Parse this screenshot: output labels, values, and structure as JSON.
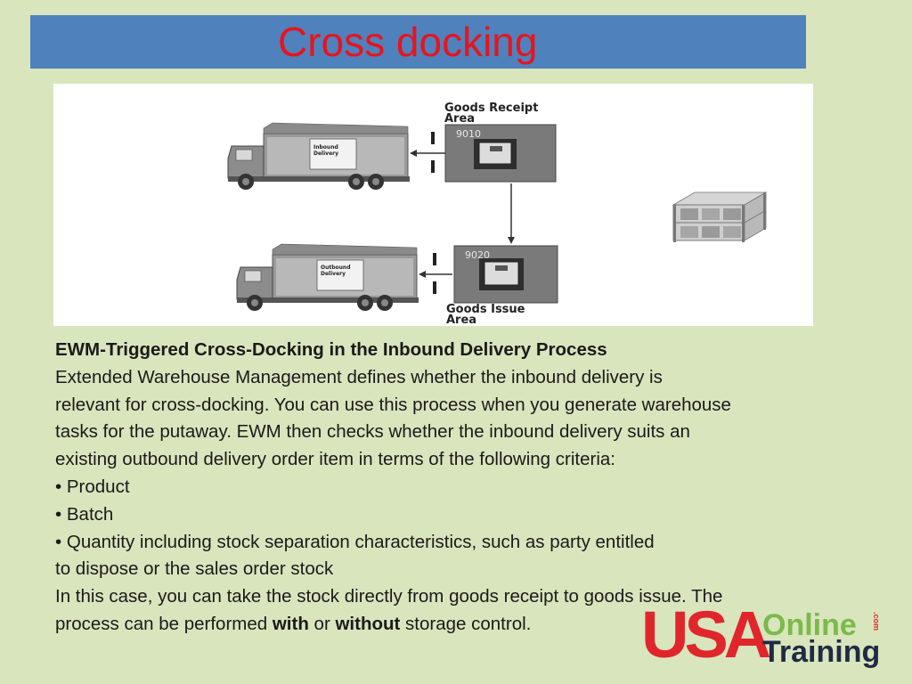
{
  "slide": {
    "title": "Cross docking"
  },
  "diagram": {
    "receipt_area_line1": "Goods Receipt",
    "receipt_area_line2": "Area",
    "receipt_bin": "9010",
    "issue_area_line1": "Goods Issue",
    "issue_area_line2": "Area",
    "issue_bin": "9020",
    "inbound_truck_line1": "Inbound",
    "inbound_truck_line2": "Delivery",
    "outbound_truck_line1": "Outbound",
    "outbound_truck_line2": "Delivery"
  },
  "content": {
    "heading": "EWM-Triggered Cross-Docking in the Inbound Delivery Process",
    "line1": "Extended Warehouse Management defines whether the inbound delivery is",
    "line2": "relevant for cross-docking. You can use this process when you generate warehouse",
    "line3": "tasks for the putaway. EWM then checks whether the inbound delivery suits an",
    "line4": "existing outbound delivery order item in terms of the following criteria:",
    "bullet1": "• Product",
    "bullet2": "• Batch",
    "bullet3": "• Quantity including stock separation characteristics, such as party entitled",
    "bullet3_cont": "to dispose or the sales order stock",
    "line5": "In this case, you can take the stock directly from goods receipt to goods issue. The",
    "line6_start": "process can be performed ",
    "with_word": "with",
    "or_word": " or ",
    "without_word": "without",
    "line6_end": " storage control."
  },
  "logo": {
    "usa": "USA",
    "online": "Online",
    "com": ".com",
    "training": "Training"
  },
  "colors": {
    "background": "#d9e5bd",
    "title_bar": "#4f81bd",
    "title_text": "#e8141c",
    "logo_red": "#e0262b",
    "logo_green": "#7cb94a",
    "logo_navy": "#1f2a44"
  }
}
